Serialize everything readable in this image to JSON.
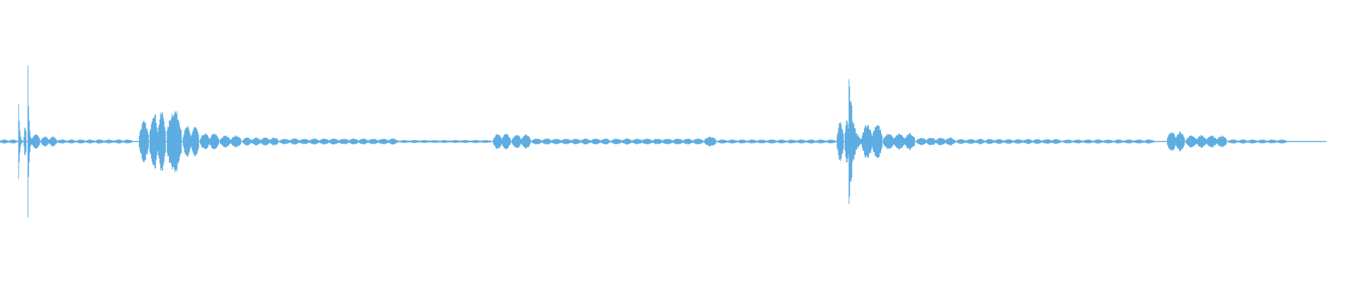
{
  "waveform": {
    "color": "#5dade2",
    "background": "#ffffff",
    "bursts": [
      {
        "start": 0.0,
        "end": 0.013,
        "amp": 0.02
      },
      {
        "start": 0.014,
        "end": 0.017,
        "amp": 0.45
      },
      {
        "start": 0.018,
        "end": 0.02,
        "amp": 0.15
      },
      {
        "start": 0.021,
        "end": 0.024,
        "amp": 1.0
      },
      {
        "start": 0.024,
        "end": 0.03,
        "amp": 0.08
      },
      {
        "start": 0.031,
        "end": 0.043,
        "amp": 0.05
      },
      {
        "start": 0.043,
        "end": 0.1,
        "amp": 0.02
      },
      {
        "start": 0.105,
        "end": 0.112,
        "amp": 0.2
      },
      {
        "start": 0.113,
        "end": 0.125,
        "amp": 0.3
      },
      {
        "start": 0.126,
        "end": 0.137,
        "amp": 0.32
      },
      {
        "start": 0.138,
        "end": 0.15,
        "amp": 0.15
      },
      {
        "start": 0.151,
        "end": 0.165,
        "amp": 0.08
      },
      {
        "start": 0.166,
        "end": 0.182,
        "amp": 0.06
      },
      {
        "start": 0.183,
        "end": 0.21,
        "amp": 0.04
      },
      {
        "start": 0.211,
        "end": 0.3,
        "amp": 0.03
      },
      {
        "start": 0.301,
        "end": 0.37,
        "amp": 0.015
      },
      {
        "start": 0.372,
        "end": 0.385,
        "amp": 0.08
      },
      {
        "start": 0.386,
        "end": 0.4,
        "amp": 0.07
      },
      {
        "start": 0.401,
        "end": 0.46,
        "amp": 0.03
      },
      {
        "start": 0.461,
        "end": 0.53,
        "amp": 0.03
      },
      {
        "start": 0.531,
        "end": 0.54,
        "amp": 0.05
      },
      {
        "start": 0.541,
        "end": 0.63,
        "amp": 0.02
      },
      {
        "start": 0.631,
        "end": 0.636,
        "amp": 0.2
      },
      {
        "start": 0.637,
        "end": 0.64,
        "amp": 0.25
      },
      {
        "start": 0.64,
        "end": 0.65,
        "amp": 0.8
      },
      {
        "start": 0.65,
        "end": 0.665,
        "amp": 0.18
      },
      {
        "start": 0.666,
        "end": 0.69,
        "amp": 0.08
      },
      {
        "start": 0.691,
        "end": 0.72,
        "amp": 0.04
      },
      {
        "start": 0.721,
        "end": 0.8,
        "amp": 0.025
      },
      {
        "start": 0.801,
        "end": 0.87,
        "amp": 0.02
      },
      {
        "start": 0.88,
        "end": 0.893,
        "amp": 0.1
      },
      {
        "start": 0.894,
        "end": 0.925,
        "amp": 0.06
      },
      {
        "start": 0.926,
        "end": 0.97,
        "amp": 0.02
      }
    ]
  }
}
